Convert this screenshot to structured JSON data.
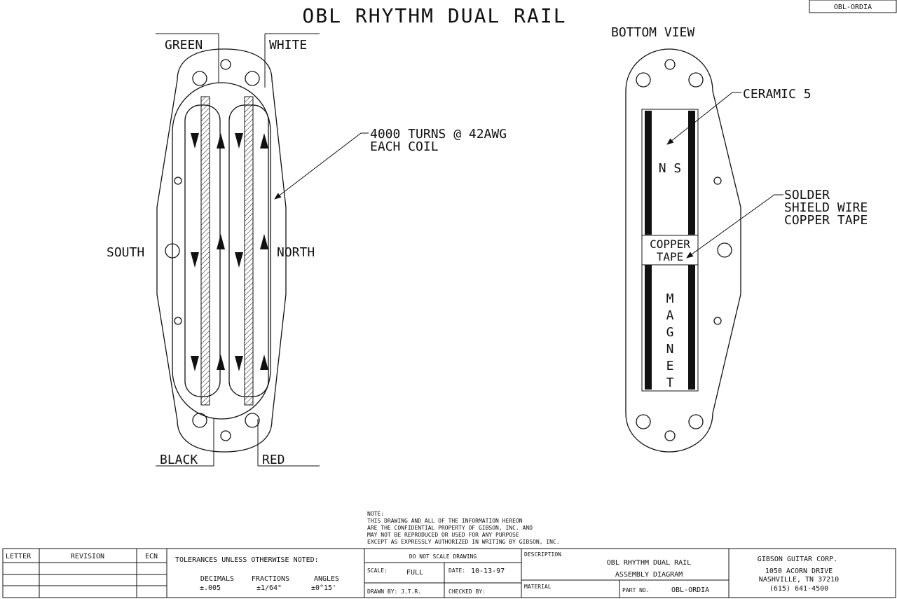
{
  "drawing": {
    "title": "OBL RHYTHM DUAL RAIL",
    "part_tag": "OBL-ORDIA"
  },
  "front_view": {
    "wire_green": "GREEN",
    "wire_white": "WHITE",
    "wire_black": "BLACK",
    "wire_red": "RED",
    "pole_south": "SOUTH",
    "pole_north": "NORTH",
    "coil_note_line1": "4000 TURNS @ 42AWG",
    "coil_note_line2": "EACH COIL"
  },
  "bottom_view": {
    "title": "BOTTOM VIEW",
    "magnet_callout": "CERAMIC 5",
    "ns_label": "N S",
    "tape_label_line1": "COPPER",
    "tape_label_line2": "TAPE",
    "magnet_letters": [
      "M",
      "A",
      "G",
      "N",
      "E",
      "T"
    ],
    "solder_line1": "SOLDER",
    "solder_line2": "SHIELD WIRE",
    "solder_line3": "COPPER TAPE"
  },
  "note": {
    "heading": "NOTE:",
    "lines": [
      "THIS DRAWING AND ALL OF THE INFORMATION HEREON",
      "ARE THE CONFIDENTIAL PROPERTY OF GIBSON, INC. AND",
      "MAY NOT BE REPRODUCED OR USED FOR ANY PURPOSE",
      "EXCEPT AS EXPRESSLY AUTHORIZED IN WRITING BY GIBSON, INC."
    ]
  },
  "title_block": {
    "letter_hdr": "LETTER",
    "revision_hdr": "REVISION",
    "ecn_hdr": "ECN",
    "tolerances": "TOLERANCES UNLESS OTHERWISE NOTED:",
    "decimals_hdr": "DECIMALS",
    "fractions_hdr": "FRACTIONS",
    "angles_hdr": "ANGLES",
    "decimals_val": "±.005",
    "fractions_val": "±1/64\"",
    "angles_val": "±0°15'",
    "do_not_scale": "DO NOT SCALE DRAWING",
    "scale_label": "SCALE:",
    "scale_value": "FULL",
    "date_label": "DATE:",
    "date_value": "10-13-97",
    "drawn_by": "DRAWN BY: J.T.R.",
    "checked_by": "CHECKED BY:",
    "description_label": "DESCRIPTION",
    "description_line1": "OBL RHYTHM DUAL RAIL",
    "description_line2": "ASSEMBLY DIAGRAM",
    "material_label": "MATERIAL",
    "part_no_label": "PART NO.",
    "part_no_value": "OBL-ORDIA",
    "company": "GIBSON GUITAR CORP.",
    "address1": "1050 ACORN DRIVE",
    "address2": "NASHVILLE, TN 37210",
    "phone": "(615) 641-4500"
  }
}
